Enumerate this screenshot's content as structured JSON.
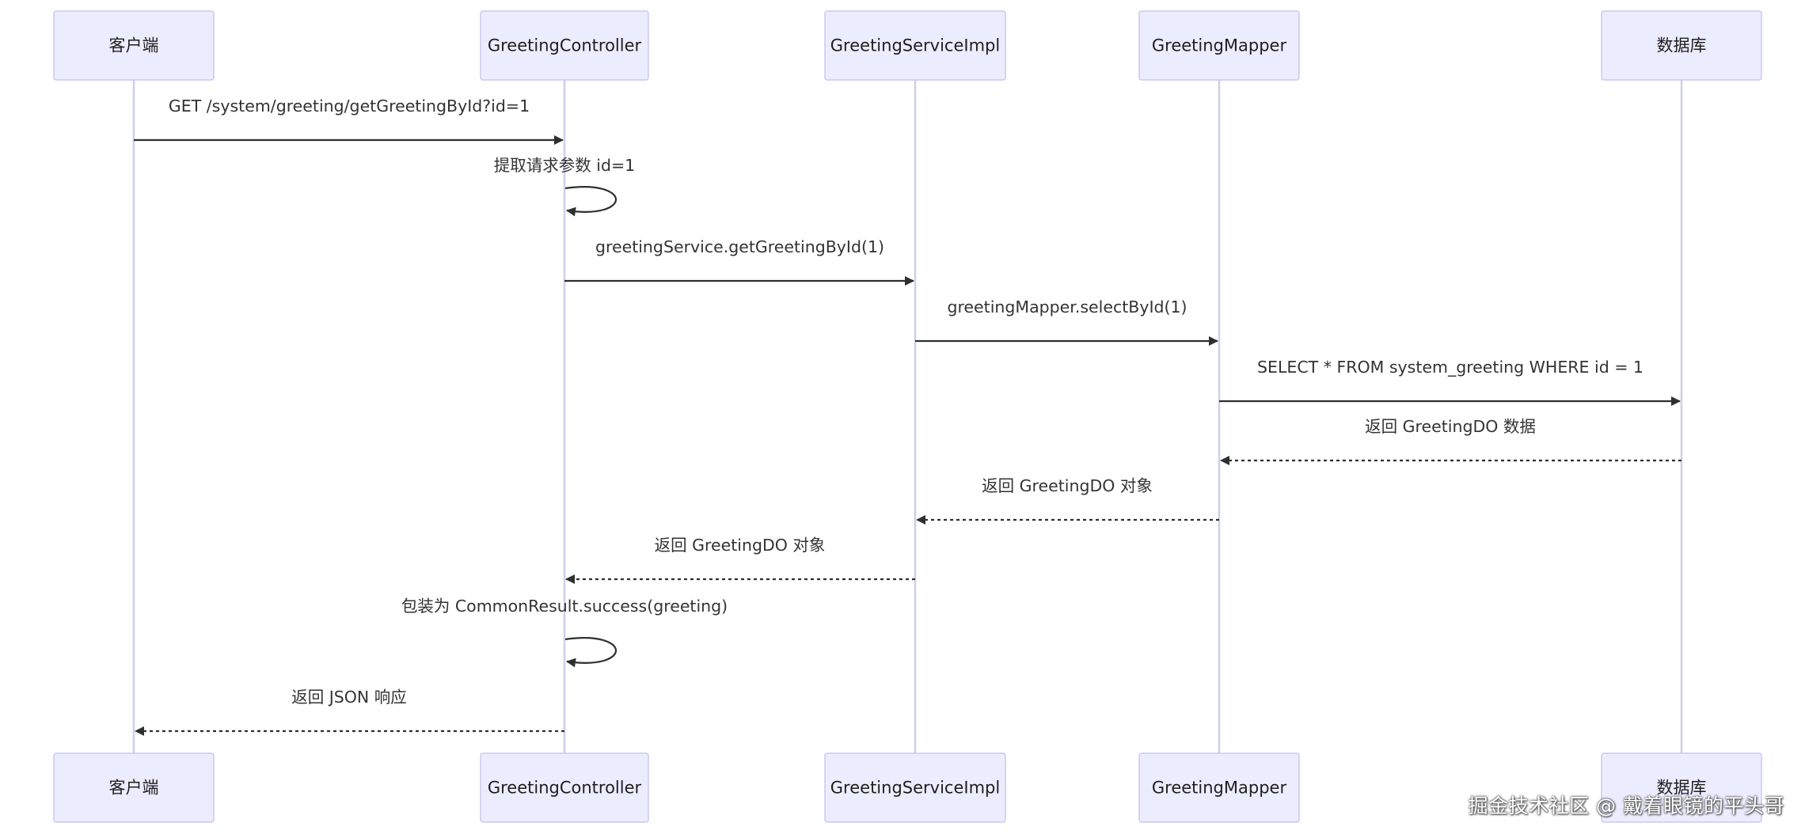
{
  "participants": [
    {
      "id": "client",
      "label": "客户端"
    },
    {
      "id": "controller",
      "label": "GreetingController"
    },
    {
      "id": "service",
      "label": "GreetingServiceImpl"
    },
    {
      "id": "mapper",
      "label": "GreetingMapper"
    },
    {
      "id": "db",
      "label": "数据库"
    }
  ],
  "messages": [
    {
      "from": "client",
      "to": "controller",
      "text": "GET /system/greeting/getGreetingById?id=1",
      "style": "solid"
    },
    {
      "from": "controller",
      "to": "controller",
      "text": "提取请求参数 id=1",
      "style": "solid"
    },
    {
      "from": "controller",
      "to": "service",
      "text": "greetingService.getGreetingById(1)",
      "style": "solid"
    },
    {
      "from": "service",
      "to": "mapper",
      "text": "greetingMapper.selectById(1)",
      "style": "solid"
    },
    {
      "from": "mapper",
      "to": "db",
      "text": "SELECT * FROM system_greeting WHERE id = 1",
      "style": "solid"
    },
    {
      "from": "db",
      "to": "mapper",
      "text": "返回 GreetingDO 数据",
      "style": "dashed"
    },
    {
      "from": "mapper",
      "to": "service",
      "text": "返回 GreetingDO 对象",
      "style": "dashed"
    },
    {
      "from": "service",
      "to": "controller",
      "text": "返回 GreetingDO 对象",
      "style": "dashed"
    },
    {
      "from": "controller",
      "to": "controller",
      "text": "包装为 CommonResult.success(greeting)",
      "style": "solid"
    },
    {
      "from": "controller",
      "to": "client",
      "text": "返回 JSON 响应",
      "style": "dashed"
    }
  ],
  "watermark": "掘金技术社区 @ 戴着眼镜的平头哥",
  "colors": {
    "actor_fill": "#ececff",
    "actor_stroke": "#c9c9ef",
    "lifeline": "#cfd0ea",
    "arrow": "#2f2f2f",
    "text": "#333333"
  }
}
